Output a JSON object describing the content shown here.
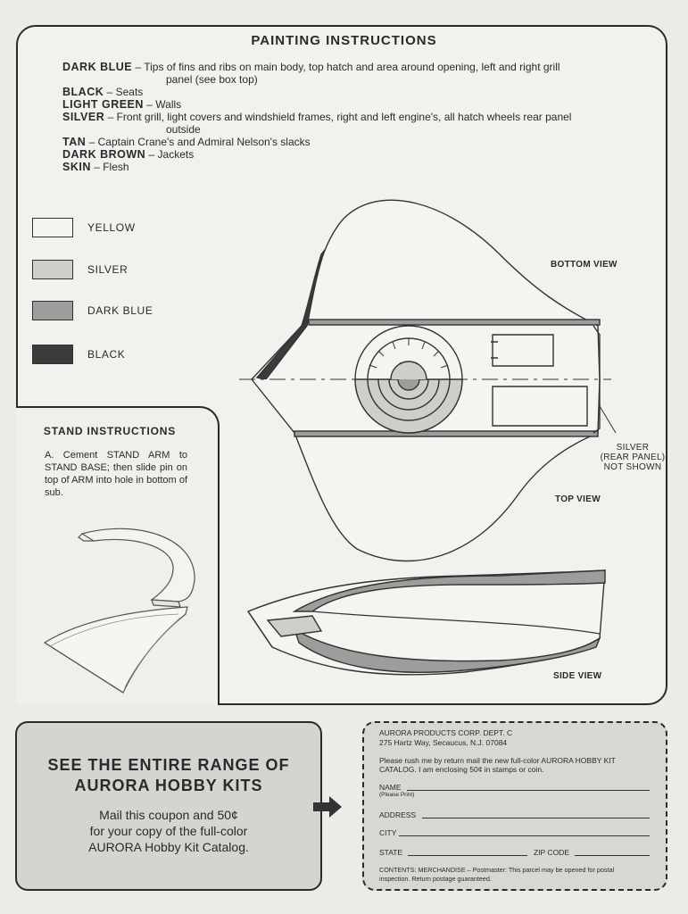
{
  "painting": {
    "title": "PAINTING INSTRUCTIONS",
    "lines": [
      {
        "color": "DARK BLUE",
        "sep": " – ",
        "text": "Tips of fins and ribs on main body, top hatch and area around opening, left and right grill",
        "cont": "panel (see box top)"
      },
      {
        "color": "BLACK",
        "sep": " – ",
        "text": "Seats"
      },
      {
        "color": "LIGHT GREEN",
        "sep": " – ",
        "text": "Walls"
      },
      {
        "color": "SILVER",
        "sep": " – ",
        "text": "Front grill, light covers and windshield frames, right and left engine's, all hatch wheels rear panel",
        "cont": "outside"
      },
      {
        "color": "TAN",
        "sep": " – ",
        "text": "Captain Crane's and Admiral Nelson's slacks"
      },
      {
        "color": "DARK BROWN",
        "sep": " – ",
        "text": "Jackets"
      },
      {
        "color": "SKIN",
        "sep": " – ",
        "text": "Flesh"
      }
    ]
  },
  "legend": [
    {
      "label": "YELLOW",
      "fill": "#f6f5f2"
    },
    {
      "label": "SILVER",
      "fill": "#cfcecb"
    },
    {
      "label": "DARK BLUE",
      "fill": "#9e9d9b"
    },
    {
      "label": "BLACK",
      "fill": "#3c3a3b"
    }
  ],
  "views": {
    "bottom": "BOTTOM VIEW",
    "top": "TOP VIEW",
    "side": "SIDE VIEW",
    "silver_note": [
      "SILVER",
      "(REAR PANEL)",
      "NOT SHOWN"
    ]
  },
  "stand": {
    "title": "STAND INSTRUCTIONS",
    "text": "A. Cement STAND ARM to STAND BASE; then slide pin on top of ARM into hole in bottom of sub."
  },
  "promo": {
    "headline_1": "SEE THE ENTIRE RANGE OF",
    "headline_2": "AURORA HOBBY KITS",
    "body_1": "Mail this coupon and 50¢",
    "body_2": "for your copy of the full-color",
    "body_3": "AURORA Hobby Kit Catalog."
  },
  "coupon": {
    "company": "AURORA PRODUCTS CORP. DEPT. C",
    "address_line": "275 Hartz Way, Secaucus, N.J. 07084",
    "request_1": "Please rush me by return mail the new full-color AURORA HOBBY KIT",
    "request_2": "CATALOG. I am enclosing 50¢ in stamps or coin.",
    "name_label": "NAME",
    "name_hint": "(Please Print)",
    "address_label": "ADDRESS",
    "city_label": "CITY",
    "state_label": "STATE",
    "zip_label": "ZIP CODE",
    "footer_1": "CONTENTS: MERCHANDISE – Postmaster: This parcel may be opened for postal",
    "footer_2": "inspection. Return postage guaranteed."
  }
}
